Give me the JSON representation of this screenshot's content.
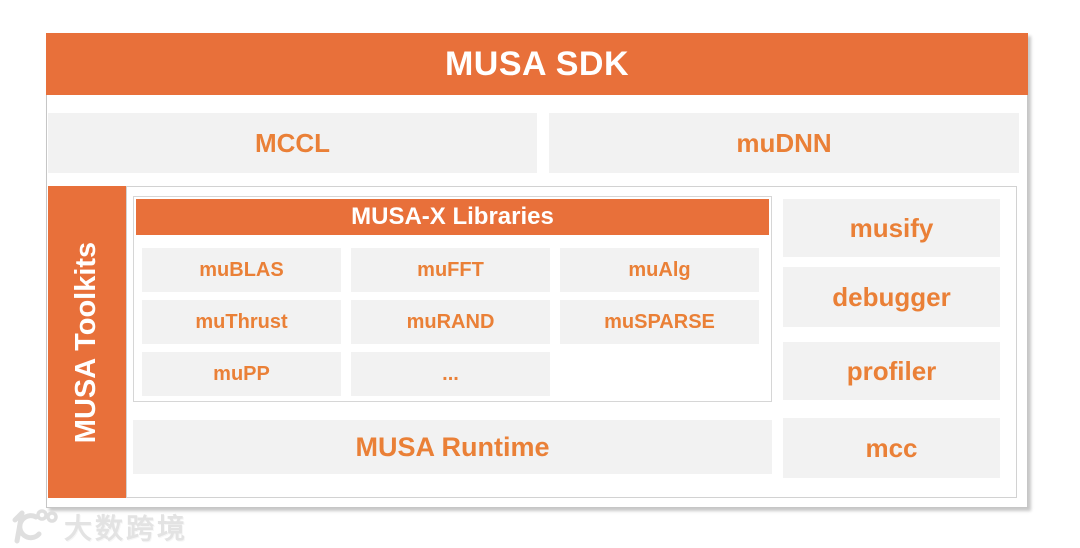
{
  "colors": {
    "accent_orange": "#E8703A",
    "label_orange": "#EA8037",
    "box_gray": "#F2F2F2",
    "panel_border": "#D2D2D2",
    "container_border": "#C6C6C6",
    "watermark_gray": "#E2E2E2"
  },
  "banner": {
    "title": "MUSA SDK"
  },
  "top_row": {
    "mccl": "MCCL",
    "mudnn": "muDNN"
  },
  "toolkits": {
    "sidebar_label": "MUSA Toolkits",
    "musax": {
      "header": "MUSA-X Libraries",
      "items": [
        "muBLAS",
        "muFFT",
        "muAlg",
        "muThrust",
        "muRAND",
        "muSPARSE",
        "muPP",
        "..."
      ]
    },
    "runtime_label": "MUSA Runtime",
    "tools": [
      "musify",
      "debugger",
      "profiler",
      "mcc"
    ]
  },
  "watermark": {
    "text": "大数跨境"
  }
}
